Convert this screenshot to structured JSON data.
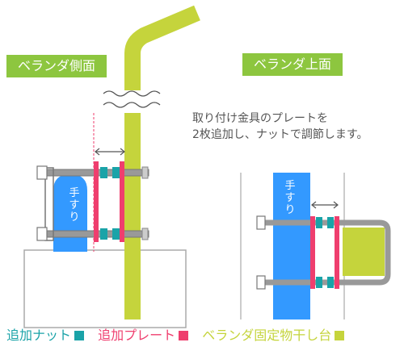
{
  "labels": {
    "side_view": "ベランダ側面",
    "top_view": "ベランダ上面",
    "handrail": "手すり",
    "note_line1": "取り付け金具のプレートを",
    "note_line2": "2枚追加し、ナットで調節します。"
  },
  "legend": [
    {
      "label": "追加ナット",
      "color": "#1aa3a8",
      "text_color": "#1aa3a8"
    },
    {
      "label": "追加プレート",
      "color": "#ef3e6e",
      "text_color": "#ef3e6e"
    },
    {
      "label": "ベランダ固定物干し台",
      "color": "#c5d43c",
      "text_color": "#c5d43c"
    }
  ],
  "colors": {
    "tag_green": "#8dc63f",
    "pole": "#c5d43c",
    "handrail": "#3399ff",
    "plate": "#ef3e6e",
    "nut": "#1aa3a8",
    "bolt": "#999999",
    "wall_gray": "#aaaaaa"
  }
}
